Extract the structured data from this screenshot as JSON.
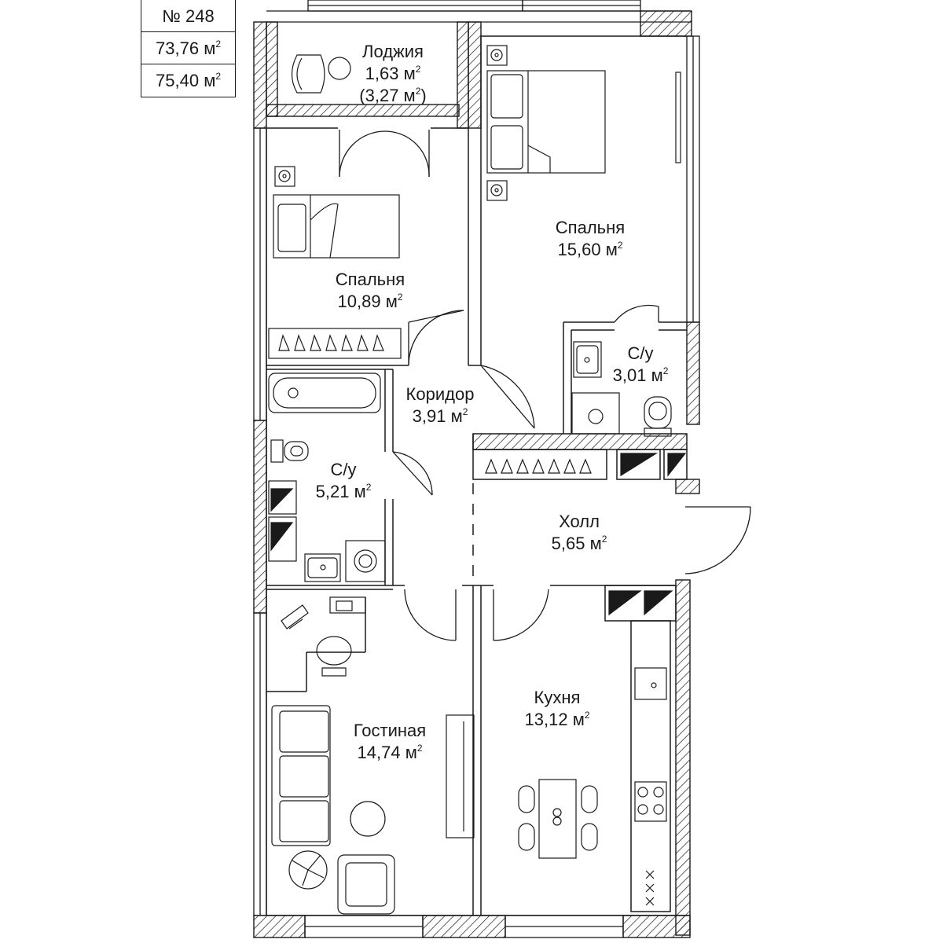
{
  "info": {
    "number": "№ 248",
    "area_living": "73,76",
    "area_total": "75,40",
    "unit": "м",
    "unit_power": "2"
  },
  "rooms": {
    "loggia": {
      "name": "Лоджия",
      "area": "1,63",
      "area_full": "(3,27 м",
      "area_full_close": ")"
    },
    "bedroom_large": {
      "name": "Спальня",
      "area": "15,60"
    },
    "bedroom_small": {
      "name": "Спальня",
      "area": "10,89"
    },
    "corridor": {
      "name": "Коридор",
      "area": "3,91"
    },
    "bath_master": {
      "name": "С/у",
      "area": "3,01"
    },
    "bath_main": {
      "name": "С/у",
      "area": "5,21"
    },
    "hall": {
      "name": "Холл",
      "area": "5,65"
    },
    "living": {
      "name": "Гостиная",
      "area": "14,74"
    },
    "kitchen": {
      "name": "Кухня",
      "area": "13,12"
    }
  },
  "colors": {
    "ink": "#1a1a1a",
    "background": "#ffffff"
  },
  "icons": [
    "bed-icon",
    "wardrobe-icon",
    "bathtub-icon",
    "toilet-icon",
    "sink-icon",
    "washing-machine-icon",
    "sofa-icon",
    "armchair-icon",
    "plant-icon",
    "desk-icon",
    "office-chair-icon",
    "dining-table-icon",
    "stove-icon",
    "tv-icon",
    "lamp-icon",
    "door-icon",
    "window-icon"
  ]
}
